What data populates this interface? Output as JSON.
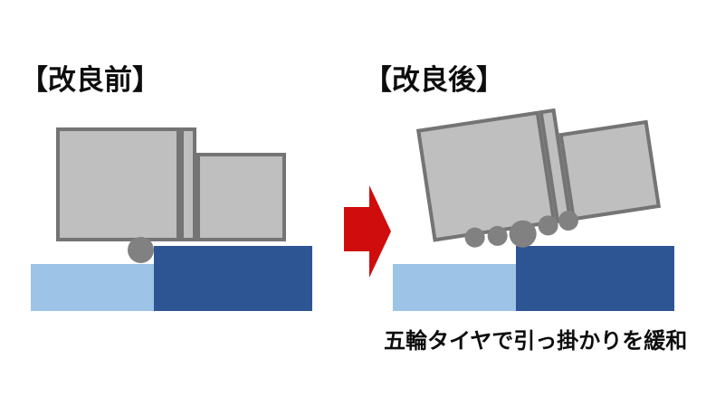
{
  "before": {
    "title": "【改良前】",
    "wheel_count": 1
  },
  "after": {
    "title": "【改良後】",
    "wheel_count": 5,
    "caption": "五輪タイヤで引っ掛かりを緩和"
  },
  "colors": {
    "bg": "#ffffff",
    "text": "#0d0d0d",
    "case_fill": "#bfbfbf",
    "case_border": "#747474",
    "wheel": "#818181",
    "step_lower": "#9dc3e6",
    "step_upper": "#2e5593",
    "arrow_red": "#d00d0d"
  }
}
